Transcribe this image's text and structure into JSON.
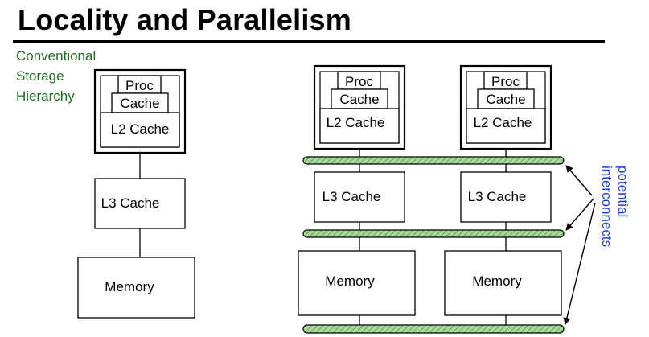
{
  "title": "Locality and Parallelism",
  "conventional_label": [
    "Conventional",
    "Storage",
    "Hierarchy"
  ],
  "labels": {
    "proc": "Proc",
    "cache": "Cache",
    "l2": "L2 Cache",
    "l3": "L3 Cache",
    "memory": "Memory"
  },
  "interconnect_label": [
    "potential",
    "interconnects"
  ],
  "colors": {
    "label_green": "#1d6b22",
    "label_blue": "#1f3fe0",
    "interconnect_fill": "#a8d89a"
  }
}
